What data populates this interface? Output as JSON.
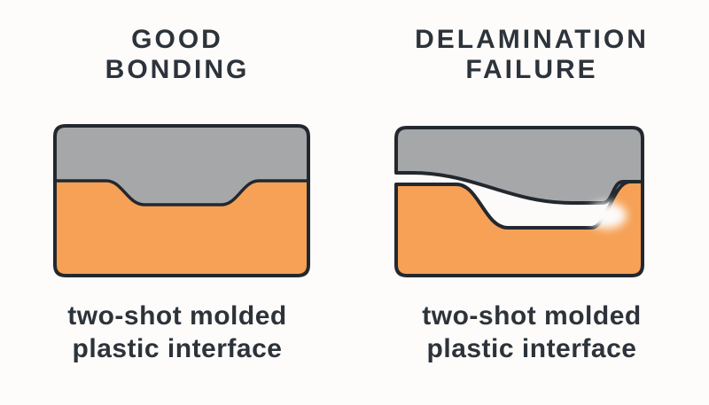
{
  "page": {
    "background": "#fdfcfa"
  },
  "colors": {
    "gray_layer": "#a6a7a9",
    "orange_layer": "#f6a155",
    "outline": "#23282f",
    "text": "#2d333b",
    "gap_white": "#fcfbf9"
  },
  "left_panel": {
    "title_line1": "GOOD",
    "title_line2": "BONDING",
    "caption_line1": "two-shot molded",
    "caption_line2": "plastic interface"
  },
  "right_panel": {
    "title_line1": "DELAMINATION",
    "title_line2": "FAILURE",
    "caption_line1": "two-shot molded",
    "caption_line2": "plastic interface"
  }
}
